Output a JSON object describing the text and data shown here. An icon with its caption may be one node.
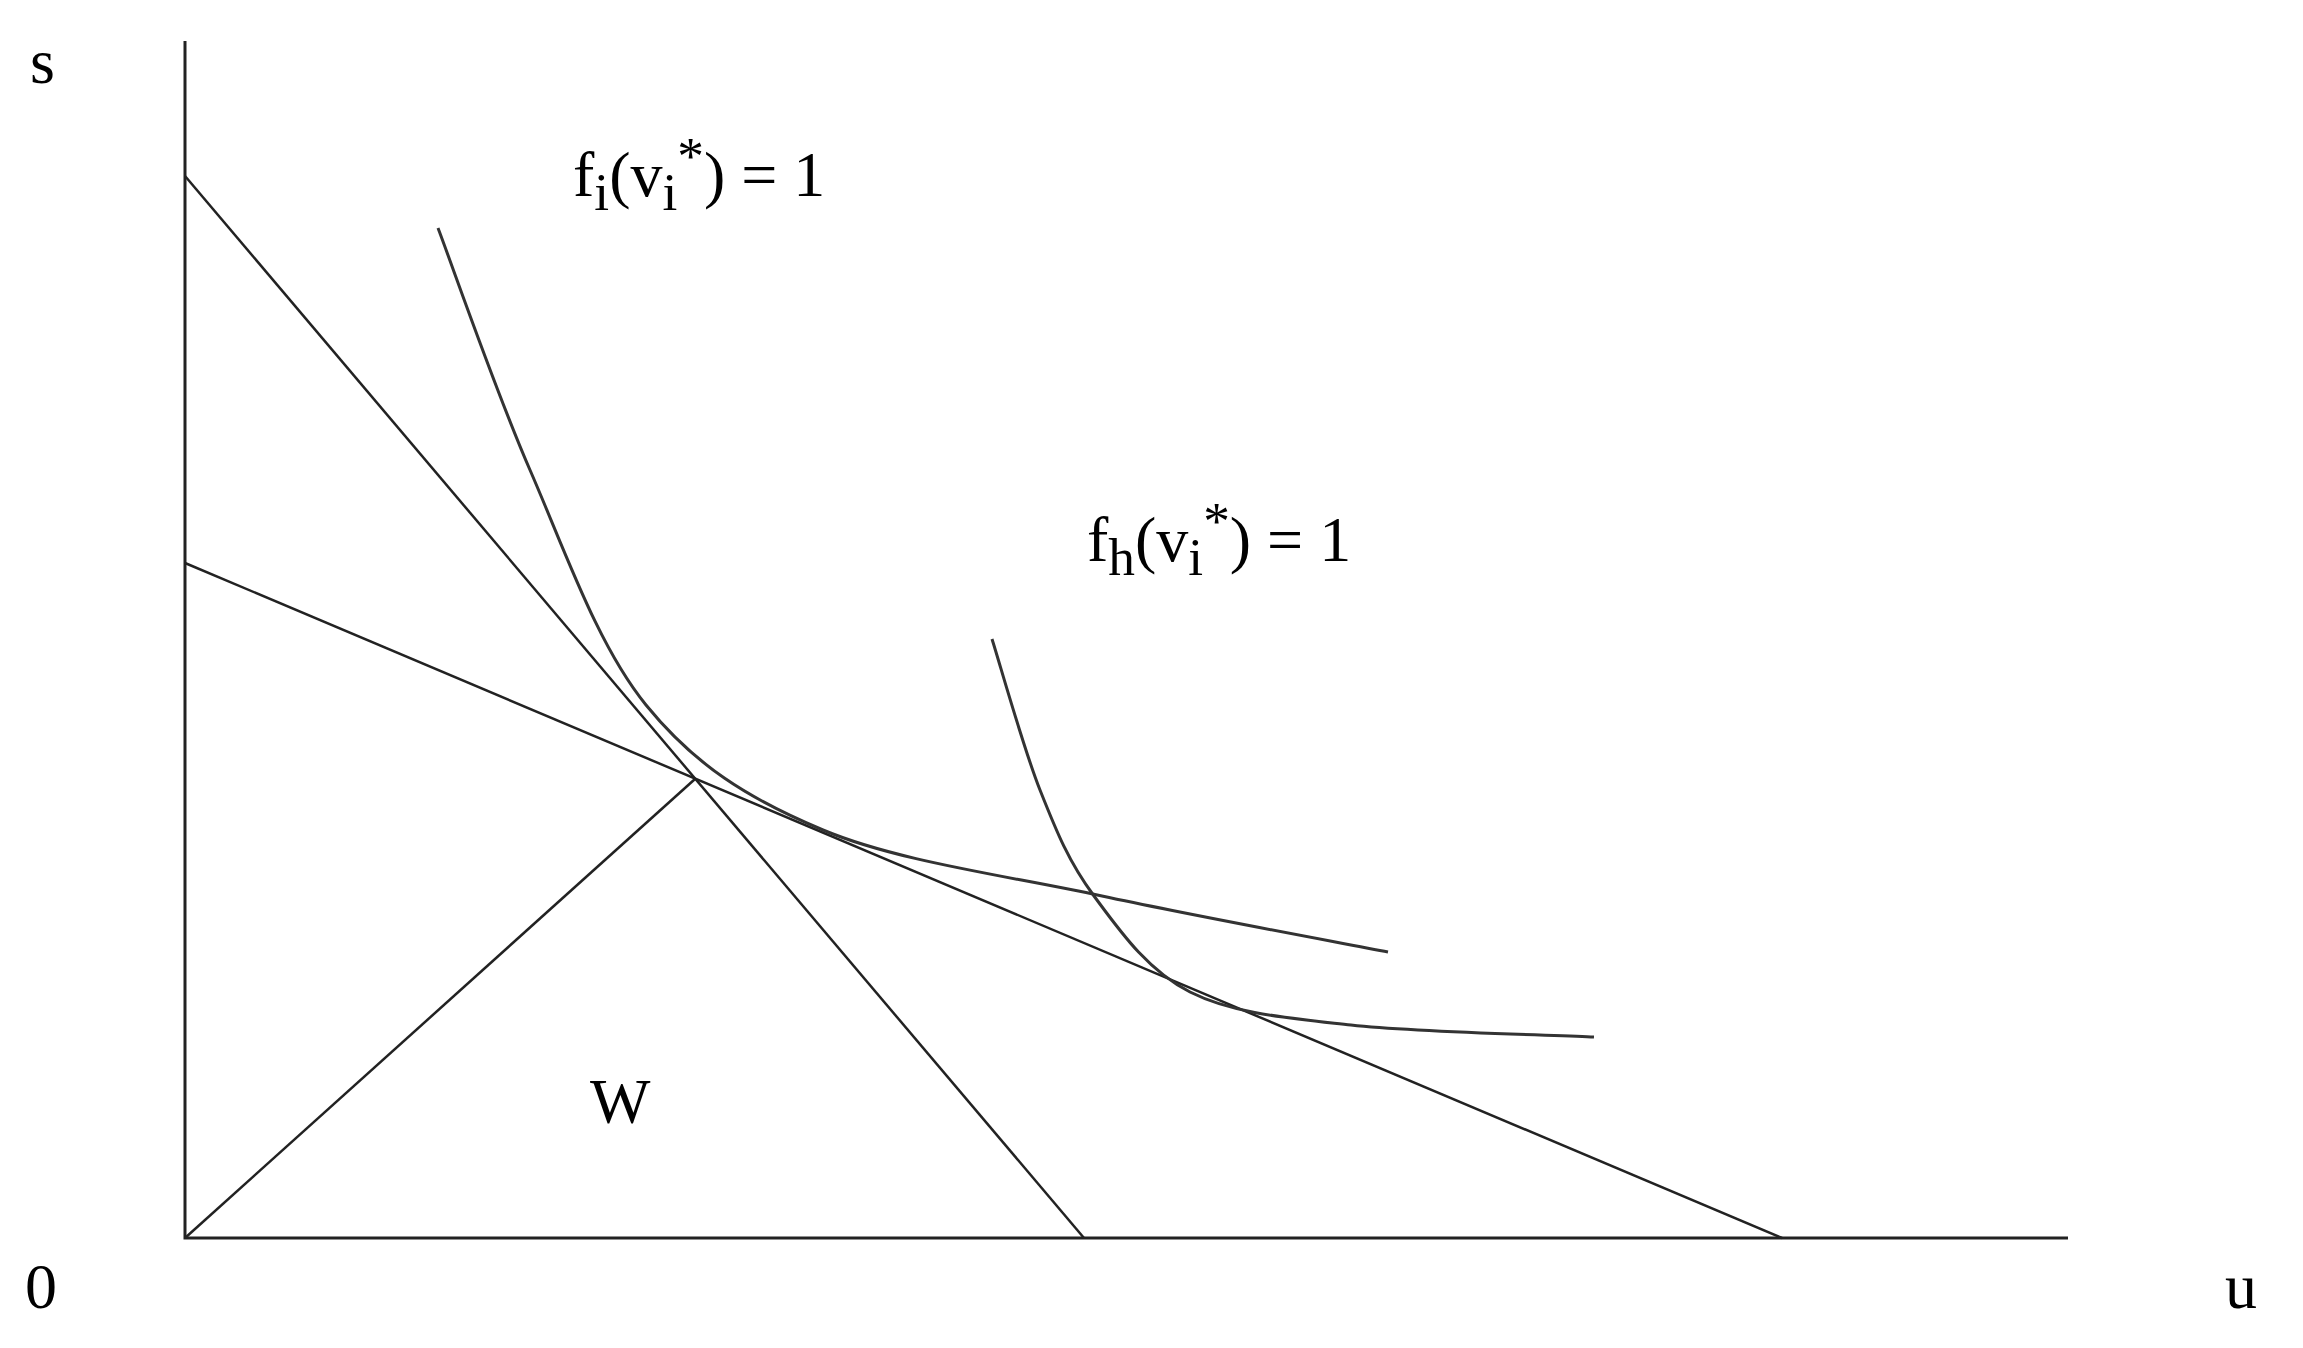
{
  "diagram": {
    "labels": [
      "s",
      "f$_{i}$(v$_{i}$$^{*}$) = 1",
      "f$_{h}$(v$_{i}$$^{*}$) = 1",
      "W",
      "0",
      "u"
    ]
  }
}
